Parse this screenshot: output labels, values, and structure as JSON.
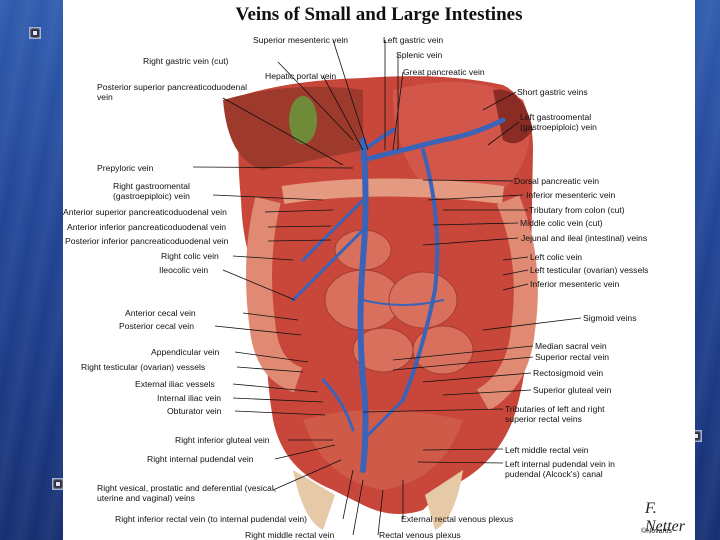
{
  "title": "Veins of Small and Large Intestines",
  "labels_left": [
    "Right gastric vein (cut)",
    "Hepatic portal vein",
    "Posterior superior pancreaticoduodenal vein",
    "Prepyloric vein",
    "Right gastroomental (gastroepiploic) vein",
    "Anterior superior pancreaticoduodenal vein",
    "Anterior inferior pancreaticoduodenal vein",
    "Posterior inferior pancreaticoduodenal vein",
    "Right colic vein",
    "Ileocolic vein",
    "Anterior cecal vein",
    "Posterior cecal vein",
    "Appendicular vein",
    "Right testicular (ovarian) vessels",
    "External iliac vessels",
    "Internal iliac vein",
    "Obturator vein",
    "Right inferior gluteal vein",
    "Right internal pudendal vein",
    "Right vesical, prostatic and deferential (vesical, uterine and vaginal) veins",
    "Right inferior rectal vein (to internal pudendal vein)",
    "Right middle rectal vein"
  ],
  "labels_right": [
    "Superior mesenteric vein",
    "Left gastric vein",
    "Splenic vein",
    "Great pancreatic vein",
    "Short gastric veins",
    "Left gastroomental (gastroepiploic) vein",
    "Dorsal pancreatic vein",
    "Inferior mesenteric vein",
    "Tributary from colon (cut)",
    "Middle colic vein (cut)",
    "Jejunal and ileal (intestinal) veins",
    "Left colic vein",
    "Left testicular (ovarian) vessels",
    "Inferior mesenteric vein",
    "Sigmoid veins",
    "Median sacral vein",
    "Superior rectal vein",
    "Rectosigmoid vein",
    "Superior gluteal vein",
    "Tributaries of left and right superior rectal veins",
    "Left middle rectal vein",
    "Left internal pudendal vein in pudendal (Alcock's) canal",
    "External rectal venous plexus",
    "Rectal venous plexus"
  ],
  "signature": "F. Netter",
  "credit": "©Novartis",
  "colors": {
    "background": "#24489a",
    "tissue": "#c8473a",
    "vein": "#3b63b8"
  }
}
